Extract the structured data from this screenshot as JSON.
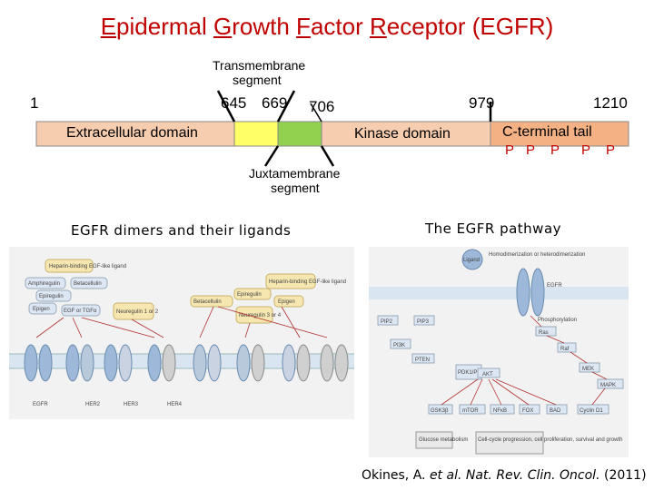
{
  "title": {
    "w1_first": "E",
    "w1_rest": "pidermal",
    "w2_first": "G",
    "w2_rest": "rowth",
    "w3_first": "F",
    "w3_rest": "actor",
    "w4_first": "R",
    "w4_rest": "eceptor",
    "suffix": "(EGFR)"
  },
  "labels": {
    "transmembrane_1": "Transmembrane",
    "transmembrane_2": "segment",
    "juxtamembrane_1": "Juxtamembrane",
    "juxtamembrane_2": "segment"
  },
  "positions": [
    "1",
    "645",
    "669",
    "706",
    "979",
    "1210"
  ],
  "domains": {
    "extracellular": "Extracellular domain",
    "kinase": "Kinase domain",
    "cterminal": "C-terminal tail",
    "phospho": "P"
  },
  "colors": {
    "title": "#c00000",
    "extracellular": "#f7cdb0",
    "transmembrane": "#ffff66",
    "juxtamembrane": "#92d050",
    "kinase": "#f7cdb0",
    "cterminal": "#f4b183",
    "phospho": "#c00000"
  },
  "panels": {
    "left_heading": "EGFR dimers and their ligands",
    "right_heading": "The EGFR pathway"
  },
  "left_figure": {
    "ligands": [
      "Heparin-binding EGF-like ligand",
      "Amphiregulin",
      "Betacellulin",
      "Epigen",
      "Epiregulin",
      "EGF or TGFα",
      "Neuregulin 1 or 2",
      "Heparin-binding EGF-like ligand",
      "Epiregulin",
      "Betacellulin",
      "Epigen",
      "Neuregulin 3 or 4"
    ],
    "receptors": [
      "EGFR",
      "HER2",
      "HER3",
      "HER4"
    ]
  },
  "right_figure": {
    "nodes": [
      "Ligand",
      "Homodimerization or heterodimerization",
      "EGFR",
      "PIP2",
      "PIP3",
      "PI3K",
      "PTEN",
      "Phosphorylation",
      "Ras",
      "Raf",
      "MEK",
      "MAPK",
      "PDK1/PDK2",
      "AKT",
      "GSK3β",
      "mTOR",
      "NFκB",
      "FOX",
      "BAD",
      "Cyclin D1",
      "Glucose metabolism",
      "Cell-cycle progression, cell proliferation, survival and growth"
    ]
  },
  "citation": {
    "authors": "Okines, A.",
    "etal": "et al.",
    "journal": "Nat. Rev. Clin. Oncol.",
    "year": "(2011)"
  }
}
